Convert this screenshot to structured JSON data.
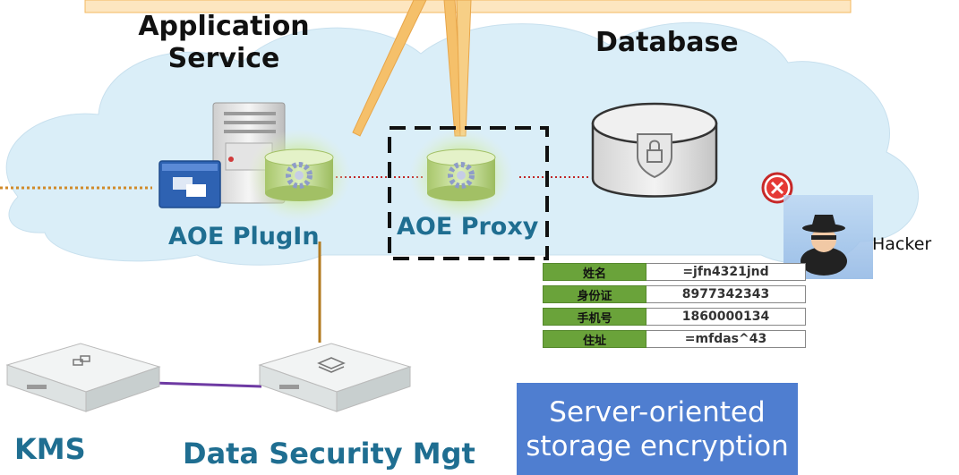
{
  "labels": {
    "application_service_line1": "Application",
    "application_service_line2": "Service",
    "database": "Database",
    "aoe_plugin": "AOE PlugIn",
    "aoe_proxy": "AOE Proxy",
    "hacker": "Hacker",
    "kms": "KMS",
    "data_security_mgt": "Data Security Mgt"
  },
  "table": [
    {
      "key": "姓名",
      "value": "=jfn4321jnd"
    },
    {
      "key": "身份证",
      "value": "8977342343"
    },
    {
      "key": "手机号",
      "value": "1860000134"
    },
    {
      "key": "住址",
      "value": "=mfdas^43"
    }
  ],
  "callout": {
    "line1": "Server-oriented",
    "line2": "storage encryption"
  },
  "colors": {
    "cloud": "#daeef8",
    "teal_text": "#1f6e91",
    "table_key": "#6aa33a",
    "callout": "#4f7ed0",
    "dotted_orange": "#d08a2a",
    "dotted_red": "#c0282a",
    "link_brown": "#b27a20",
    "link_purple": "#6e3aa3",
    "beam": "#f5c06a"
  },
  "icons": [
    "server-icon",
    "window-icon",
    "gear-cylinder-icon",
    "database-lock-icon",
    "error-x-icon",
    "hacker-icon",
    "appliance-icon"
  ]
}
